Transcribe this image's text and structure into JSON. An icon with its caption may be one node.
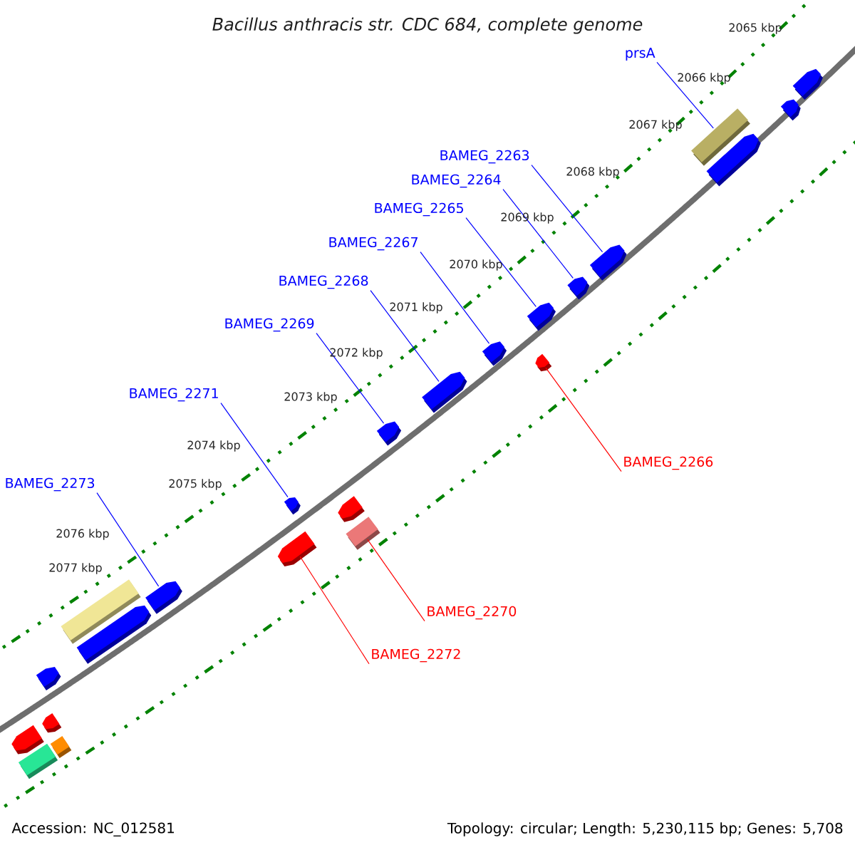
{
  "diagram": {
    "title": "Bacillus anthracis str. CDC 684, complete genome",
    "nodes": [
      {
        "text": [
          "prsA"
        ]
      },
      {
        "text": [
          "BAMEG_2263"
        ]
      },
      {
        "text": [
          "BAMEG_2264"
        ]
      },
      {
        "text": [
          "BAMEG_2265"
        ]
      },
      {
        "text": [
          "BAMEG_2267"
        ]
      },
      {
        "text": [
          "BAMEG_2268"
        ]
      },
      {
        "text": [
          "BAMEG_2269"
        ]
      },
      {
        "text": [
          "BAMEG_2271"
        ]
      },
      {
        "text": [
          "BAMEG_2273"
        ]
      },
      {
        "text": [
          "BAMEG_2266"
        ]
      },
      {
        "text": [
          "BAMEG_2270"
        ]
      },
      {
        "text": [
          "BAMEG_2272"
        ]
      },
      {
        "text": [],
        "shape": "arrow"
      },
      {
        "text": [],
        "shape": "arrow"
      },
      {
        "text": [],
        "shape": "box"
      },
      {
        "text": [],
        "shape": "arrow"
      },
      {
        "text": [],
        "shape": "arrow"
      },
      {
        "text": [],
        "shape": "arrow"
      },
      {
        "text": [],
        "shape": "arrow"
      },
      {
        "text": [],
        "shape": "arrow"
      },
      {
        "text": [],
        "shape": "arrow"
      },
      {
        "text": [],
        "shape": "arrow"
      },
      {
        "text": [],
        "shape": "arrow"
      },
      {
        "text": [],
        "shape": "arrow"
      },
      {
        "text": [],
        "shape": "arrow"
      },
      {
        "text": [],
        "shape": "box"
      },
      {
        "text": [],
        "shape": "arrow"
      },
      {
        "text": [],
        "shape": "arrow"
      },
      {
        "text": [],
        "shape": "box"
      },
      {
        "text": [],
        "shape": "arrow"
      },
      {
        "text": [],
        "shape": "arrow"
      },
      {
        "text": [],
        "shape": "arrow"
      },
      {
        "text": [],
        "shape": "arrow"
      },
      {
        "text": [],
        "shape": "box"
      },
      {
        "text": [],
        "shape": "box"
      }
    ],
    "edges": [
      {
        "from": 0,
        "to": 14,
        "arrow": "none"
      },
      {
        "from": 1,
        "to": 16,
        "arrow": "none"
      },
      {
        "from": 2,
        "to": 17,
        "arrow": "none"
      },
      {
        "from": 3,
        "to": 18,
        "arrow": "none"
      },
      {
        "from": 4,
        "to": 19,
        "arrow": "none"
      },
      {
        "from": 5,
        "to": 21,
        "arrow": "none"
      },
      {
        "from": 6,
        "to": 22,
        "arrow": "none"
      },
      {
        "from": 7,
        "to": 23,
        "arrow": "none"
      },
      {
        "from": 8,
        "to": 27,
        "arrow": "none"
      },
      {
        "from": 9,
        "to": 20,
        "arrow": "none",
        "color": "#ff0000"
      },
      {
        "from": 10,
        "to": 25,
        "arrow": "none",
        "color": "#ff0000"
      },
      {
        "from": 11,
        "to": 26,
        "arrow": "none",
        "color": "#ff0000"
      }
    ],
    "labels": [
      "2065 kbp",
      "2066 kbp",
      "2067 kbp",
      "2068 kbp",
      "2069 kbp",
      "2070 kbp",
      "2071 kbp",
      "2072 kbp",
      "2073 kbp",
      "2074 kbp",
      "2075 kbp",
      "2076 kbp",
      "2077 kbp",
      "Accession: NC_012581",
      "Topology: circular; Length: 5,230,115 bp; Genes: 5,708"
    ]
  }
}
